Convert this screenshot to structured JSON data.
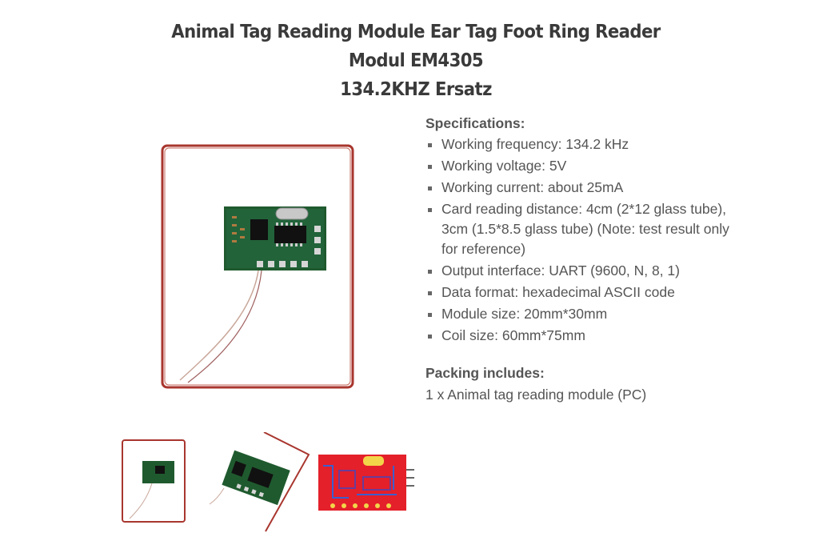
{
  "product": {
    "title_line1": "Animal Tag Reading Module Ear Tag Foot Ring Reader Modul EM4305",
    "title_line2": "134.2KHZ Ersatz"
  },
  "specifications": {
    "heading": "Specifications:",
    "items": [
      "Working frequency: 134.2 kHz",
      "Working voltage: 5V",
      "Working current: about 25mA",
      "Card reading distance: 4cm (2*12 glass tube), 3cm (1.5*8.5 glass tube) (Note: test result only for reference)",
      "Output interface: UART (9600, N, 8, 1)",
      "Data format: hexadecimal ASCII code",
      "Module size: 20mm*30mm",
      "Coil size: 60mm*75mm"
    ]
  },
  "packing": {
    "heading": "Packing includes:",
    "text": "1 x Animal tag reading module (PC)"
  },
  "colors": {
    "coil": "#a8362e",
    "pcb": "#1f5a2e",
    "pcb_layout": "#e4202a"
  },
  "icons": {
    "thumb1": "coil-module-photo",
    "thumb2": "angled-module-photo",
    "thumb3": "pcb-layout-photo"
  }
}
